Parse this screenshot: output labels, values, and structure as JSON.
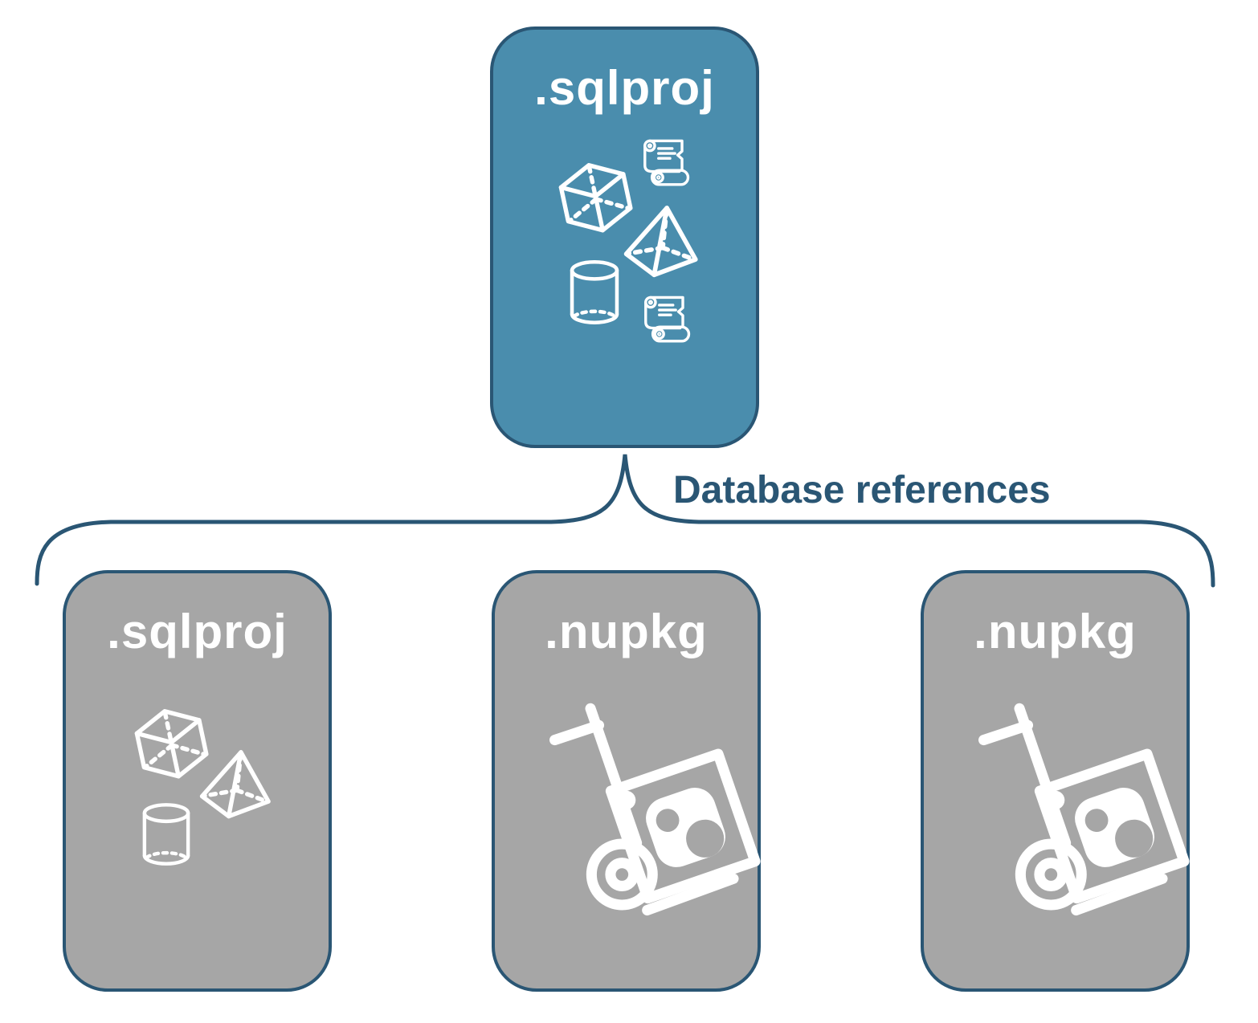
{
  "label": "Database references",
  "cards": {
    "root": {
      "title": ".sqlproj",
      "type": "sql-project",
      "icons": [
        "script-scroll",
        "cube",
        "pyramid",
        "database-cylinder",
        "script-scroll"
      ]
    },
    "ref_sqlproj": {
      "title": ".sqlproj",
      "type": "sql-project-reference",
      "icons": [
        "cube",
        "pyramid",
        "database-cylinder"
      ]
    },
    "ref_nupkg_1": {
      "title": ".nupkg",
      "type": "nuget-package-reference",
      "icons": [
        "nuget-package-dolly"
      ]
    },
    "ref_nupkg_2": {
      "title": ".nupkg",
      "type": "nuget-package-reference",
      "icons": [
        "nuget-package-dolly"
      ]
    }
  },
  "connector": {
    "shape": "curly-brace",
    "from": "root",
    "to": [
      "ref_sqlproj",
      "ref_nupkg_1",
      "ref_nupkg_2"
    ]
  },
  "colors": {
    "accent_blue": "#4A8DAD",
    "card_gray": "#A6A6A6",
    "border_navy": "#2A5674",
    "icon_white": "#FFFFFF",
    "page_bg": "#FFFFFF"
  }
}
